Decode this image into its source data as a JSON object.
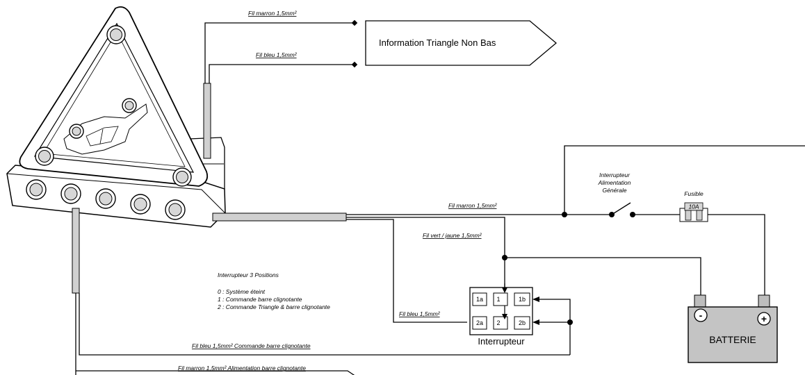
{
  "diagram": {
    "wire_labels": {
      "brown_top": "Fil marron 1,5mm²",
      "blue_top": "Fil bleu 1,5mm²",
      "brown_main": "Fil marron 1,5mm²",
      "green_yellow": "Fil vert / jaune 1,5mm²",
      "blue_switch": "Fil bleu 1,5mm²",
      "blue_command": "Fil bleu 1,5mm² Commande barre clignotante",
      "brown_supply": "Fil marron 1,5mm² Alimentation barre clignotante"
    },
    "info_box": "Information Triangle Non Bas",
    "main_switch": {
      "line1": "Interrupteur",
      "line2": "Alimentation",
      "line3": "Générale"
    },
    "fuse": {
      "label": "Fusible",
      "rating": "10A"
    },
    "selector_switch": {
      "title": "Interrupteur 3 Positions",
      "positions": [
        "0 : Système éteint",
        "1 : Commande barre clignotante",
        "2 : Commande Triangle & barre clignotante"
      ],
      "caption": "Interrupteur",
      "terminals": [
        "1a",
        "1",
        "1b",
        "2a",
        "2",
        "2b"
      ]
    },
    "battery": {
      "label": "BATTERIE",
      "minus": "-",
      "plus": "+"
    }
  }
}
